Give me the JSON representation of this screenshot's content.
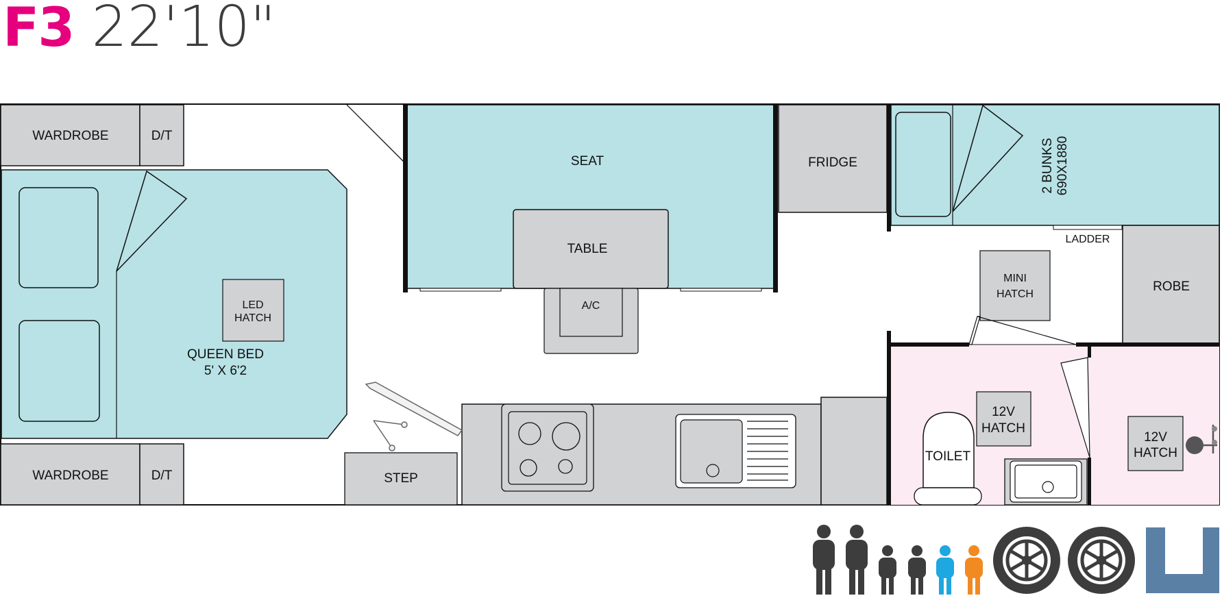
{
  "title": {
    "model": "F3",
    "length": "22'10\""
  },
  "colors": {
    "brand_pink": "#e6007e",
    "bed_blue": "#b8e2e6",
    "cabinet_gray": "#d1d2d4",
    "bathroom_pink": "#fcebf3",
    "adult_icon": "#3d3d3d",
    "child_icon_blue": "#1ea7e1",
    "child_icon_orange": "#f28a22",
    "offroad_icon": "#5b80a5"
  },
  "labels": {
    "wardrobe_top": "WARDROBE",
    "dt_top": "D/T",
    "wardrobe_bottom": "WARDROBE",
    "dt_bottom": "D/T",
    "led_hatch_1": "LED",
    "led_hatch_2": "HATCH",
    "queen_bed_1": "QUEEN BED",
    "queen_bed_2": "5' X 6'2",
    "seat": "SEAT",
    "table": "TABLE",
    "ac": "A/C",
    "fridge": "FRIDGE",
    "bunks_1": "2 BUNKS",
    "bunks_2": "690X1880",
    "ladder": "LADDER",
    "mini_hatch_1": "MINI",
    "mini_hatch_2": "HATCH",
    "robe": "ROBE",
    "hatch12v_a_1": "12V",
    "hatch12v_a_2": "HATCH",
    "toilet": "TOILET",
    "hatch12v_b_1": "12V",
    "hatch12v_b_2": "HATCH",
    "step": "STEP"
  },
  "icons": [
    "adult-person-icon",
    "adult-person-icon",
    "child-person-icon",
    "child-person-icon",
    "child-person-icon-blue",
    "child-person-icon-orange",
    "offroad-tyre-icon",
    "offroad-tyre-icon",
    "u-shape-layout-icon"
  ]
}
